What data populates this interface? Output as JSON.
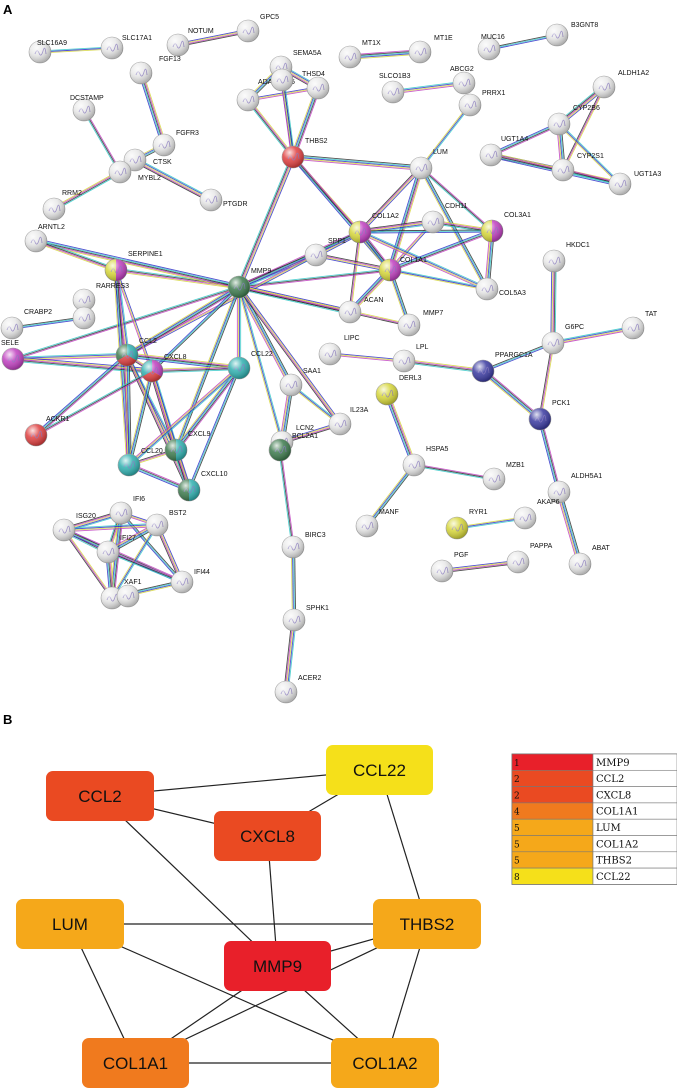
{
  "panel_a": {
    "letter": "A",
    "nodes": [
      {
        "id": "SLC16A9",
        "label": "SLC16A9",
        "c": [
          "#e8e8e8"
        ]
      },
      {
        "id": "SLC17A1",
        "label": "SLC17A1",
        "c": [
          "#e8e8e8"
        ]
      },
      {
        "id": "NOTUM",
        "label": "NOTUM",
        "c": [
          "#e8e8e8"
        ]
      },
      {
        "id": "GPC5",
        "label": "GPC5",
        "c": [
          "#e8e8e8"
        ]
      },
      {
        "id": "FGF13",
        "label": "FGF13",
        "c": [
          "#e8e8e8"
        ]
      },
      {
        "id": "DCSTAMP",
        "label": "DCSTAMP",
        "c": [
          "#e8e8e8"
        ]
      },
      {
        "id": "FGFR3",
        "label": "FGFR3",
        "c": [
          "#e8e8e8"
        ]
      },
      {
        "id": "CTSK",
        "label": "CTSK",
        "c": [
          "#e8e8e8"
        ]
      },
      {
        "id": "MYBL2",
        "label": "MYBL2",
        "c": [
          "#e8e8e8"
        ]
      },
      {
        "id": "PTGDR",
        "label": "PTGDR",
        "c": [
          "#e8e8e8"
        ]
      },
      {
        "id": "RRM2",
        "label": "RRM2",
        "c": [
          "#e8e8e8"
        ]
      },
      {
        "id": "ARNTL2",
        "label": "ARNTL2",
        "c": [
          "#e8e8e8"
        ]
      },
      {
        "id": "SEMA5A",
        "label": "SEMA5A",
        "c": [
          "#e8e8e8"
        ]
      },
      {
        "id": "ADAMTS15",
        "label": "ADAMTS15",
        "c": [
          "#e8e8e8"
        ]
      },
      {
        "id": "THSD4",
        "label": "THSD4",
        "c": [
          "#e8e8e8"
        ]
      },
      {
        "id": "THSD4b",
        "label": "",
        "c": [
          "#e8e8e8"
        ]
      },
      {
        "id": "MT1X",
        "label": "MT1X",
        "c": [
          "#e8e8e8"
        ]
      },
      {
        "id": "MT1E",
        "label": "MT1E",
        "c": [
          "#e8e8e8"
        ]
      },
      {
        "id": "MUC16",
        "label": "MUC16",
        "c": [
          "#e8e8e8"
        ]
      },
      {
        "id": "B3GNT8",
        "label": "B3GNT8",
        "c": [
          "#e8e8e8"
        ]
      },
      {
        "id": "ABCG2",
        "label": "ABCG2",
        "c": [
          "#e8e8e8"
        ]
      },
      {
        "id": "SLCO1B3",
        "label": "SLCO1B3",
        "c": [
          "#e8e8e8"
        ]
      },
      {
        "id": "ALDH1A2",
        "label": "ALDH1A2",
        "c": [
          "#e8e8e8"
        ]
      },
      {
        "id": "PRRX1",
        "label": "PRRX1",
        "c": [
          "#e8e8e8"
        ]
      },
      {
        "id": "CYP2B6",
        "label": "CYP2B6",
        "c": [
          "#e8e8e8"
        ]
      },
      {
        "id": "UGT1A4",
        "label": "UGT1A4",
        "c": [
          "#e8e8e8"
        ]
      },
      {
        "id": "CYP2S1",
        "label": "CYP2S1",
        "c": [
          "#e8e8e8"
        ]
      },
      {
        "id": "UGT1A3",
        "label": "UGT1A3",
        "c": [
          "#e8e8e8"
        ]
      },
      {
        "id": "THBS2",
        "label": "THBS2",
        "c": [
          "#e04040"
        ]
      },
      {
        "id": "LUM",
        "label": "LUM",
        "c": [
          "#e8e8e8"
        ]
      },
      {
        "id": "CDH11",
        "label": "CDH11",
        "c": [
          "#e8e8e8"
        ]
      },
      {
        "id": "COL1A2",
        "label": "COL1A2",
        "c": [
          "#c040c0",
          "#d6d63a"
        ]
      },
      {
        "id": "COL3A1",
        "label": "COL3A1",
        "c": [
          "#c040c0",
          "#d6d63a"
        ]
      },
      {
        "id": "SPP1",
        "label": "SPP1",
        "c": [
          "#e8e8e8"
        ]
      },
      {
        "id": "COL1A1",
        "label": "COL1A1",
        "c": [
          "#c040c0",
          "#d6d63a"
        ]
      },
      {
        "id": "COL5A3",
        "label": "COL5A3",
        "c": [
          "#e8e8e8"
        ]
      },
      {
        "id": "HKDC1",
        "label": "HKDC1",
        "c": [
          "#e8e8e8"
        ]
      },
      {
        "id": "MMP9",
        "label": "MMP9",
        "c": [
          "#3d7a4d"
        ]
      },
      {
        "id": "SERPINE1",
        "label": "SERPINE1",
        "c": [
          "#c040c0",
          "#d6d63a"
        ]
      },
      {
        "id": "RARRES3",
        "label": "RARRES3",
        "c": [
          "#e8e8e8"
        ]
      },
      {
        "id": "CRABP2",
        "label": "CRABP2",
        "c": [
          "#e8e8e8"
        ]
      },
      {
        "id": "CRABP2b",
        "label": "",
        "c": [
          "#e8e8e8"
        ]
      },
      {
        "id": "ACAN",
        "label": "ACAN",
        "c": [
          "#e8e8e8"
        ]
      },
      {
        "id": "MMP7",
        "label": "MMP7",
        "c": [
          "#e8e8e8"
        ]
      },
      {
        "id": "TAT",
        "label": "TAT",
        "c": [
          "#e8e8e8"
        ]
      },
      {
        "id": "G6PC",
        "label": "G6PC",
        "c": [
          "#e8e8e8"
        ]
      },
      {
        "id": "SELE",
        "label": "SELE",
        "c": [
          "#c040c0"
        ]
      },
      {
        "id": "CCL2",
        "label": "CCL2",
        "c": [
          "#30b0b0",
          "#e04040",
          "#3d7a4d"
        ]
      },
      {
        "id": "CXCL8",
        "label": "CXCL8",
        "c": [
          "#c040c0",
          "#e04040",
          "#30b0b0"
        ]
      },
      {
        "id": "CCL22",
        "label": "CCL22",
        "c": [
          "#30b0b0"
        ]
      },
      {
        "id": "LIPC",
        "label": "LIPC",
        "c": [
          "#e8e8e8"
        ]
      },
      {
        "id": "LPL",
        "label": "LPL",
        "c": [
          "#e8e8e8"
        ]
      },
      {
        "id": "PPARGC1A",
        "label": "PPARGC1A",
        "c": [
          "#3a3aa0"
        ]
      },
      {
        "id": "SAA1",
        "label": "SAA1",
        "c": [
          "#e8e8e8"
        ]
      },
      {
        "id": "DERL3",
        "label": "DERL3",
        "c": [
          "#d6d63a"
        ]
      },
      {
        "id": "ACKR1",
        "label": "ACKR1",
        "c": [
          "#e04040"
        ]
      },
      {
        "id": "IL23A",
        "label": "IL23A",
        "c": [
          "#e8e8e8"
        ]
      },
      {
        "id": "PCK1",
        "label": "PCK1",
        "c": [
          "#3a3aa0"
        ]
      },
      {
        "id": "CXCL9",
        "label": "CXCL9",
        "c": [
          "#30b0b0",
          "#3d7a4d"
        ]
      },
      {
        "id": "LCN2",
        "label": "LCN2",
        "c": [
          "#e8e8e8"
        ]
      },
      {
        "id": "CCL20",
        "label": "CCL20",
        "c": [
          "#30b0b0"
        ]
      },
      {
        "id": "BCL2A1",
        "label": "BCL2A1",
        "c": [
          "#3d7a4d"
        ]
      },
      {
        "id": "HSPA5",
        "label": "HSPA5",
        "c": [
          "#e8e8e8"
        ]
      },
      {
        "id": "MZB1",
        "label": "MZB1",
        "c": [
          "#e8e8e8"
        ]
      },
      {
        "id": "CXCL10",
        "label": "CXCL10",
        "c": [
          "#30b0b0",
          "#3d7a4d"
        ]
      },
      {
        "id": "ALDH5A1",
        "label": "ALDH5A1",
        "c": [
          "#e8e8e8"
        ]
      },
      {
        "id": "IFI6",
        "label": "IFI6",
        "c": [
          "#e8e8e8"
        ]
      },
      {
        "id": "BST2",
        "label": "BST2",
        "c": [
          "#e8e8e8"
        ]
      },
      {
        "id": "ISG20",
        "label": "ISG20",
        "c": [
          "#e8e8e8"
        ]
      },
      {
        "id": "AKAP6",
        "label": "AKAP6",
        "c": [
          "#e8e8e8"
        ]
      },
      {
        "id": "RYR1",
        "label": "RYR1",
        "c": [
          "#d6d63a"
        ]
      },
      {
        "id": "MANF",
        "label": "MANF",
        "c": [
          "#e8e8e8"
        ]
      },
      {
        "id": "IFI27",
        "label": "IFI27",
        "c": [
          "#e8e8e8"
        ]
      },
      {
        "id": "PAPPA",
        "label": "PAPPA",
        "c": [
          "#e8e8e8"
        ]
      },
      {
        "id": "PGF",
        "label": "PGF",
        "c": [
          "#e8e8e8"
        ]
      },
      {
        "id": "BIRC3",
        "label": "BIRC3",
        "c": [
          "#e8e8e8"
        ]
      },
      {
        "id": "XAF1",
        "label": "XAF1",
        "c": [
          "#e8e8e8"
        ]
      },
      {
        "id": "IFI44",
        "label": "IFI44",
        "c": [
          "#e8e8e8"
        ]
      },
      {
        "id": "ABAT",
        "label": "ABAT",
        "c": [
          "#e8e8e8"
        ]
      },
      {
        "id": "IFI44b",
        "label": "",
        "c": [
          "#e8e8e8"
        ]
      },
      {
        "id": "SPHK1",
        "label": "SPHK1",
        "c": [
          "#e8e8e8"
        ]
      },
      {
        "id": "ACER2",
        "label": "ACER2",
        "c": [
          "#e8e8e8"
        ]
      }
    ],
    "edges": [
      [
        "SLC16A9",
        "SLC17A1"
      ],
      [
        "NOTUM",
        "GPC5"
      ],
      [
        "FGF13",
        "FGFR3"
      ],
      [
        "DCSTAMP",
        "MYBL2"
      ],
      [
        "FGFR3",
        "CTSK"
      ],
      [
        "CTSK",
        "PTGDR"
      ],
      [
        "CTSK",
        "MYBL2"
      ],
      [
        "RRM2",
        "MYBL2"
      ],
      [
        "MT1X",
        "MT1E"
      ],
      [
        "MUC16",
        "B3GNT8"
      ],
      [
        "SLCO1B3",
        "ABCG2"
      ],
      [
        "ALDH1A2",
        "CYP2B6"
      ],
      [
        "ALDH1A2",
        "CYP2S1"
      ],
      [
        "CYP2B6",
        "UGT1A4"
      ],
      [
        "CYP2B6",
        "CYP2S1"
      ],
      [
        "CYP2B6",
        "UGT1A3"
      ],
      [
        "UGT1A4",
        "CYP2S1"
      ],
      [
        "UGT1A4",
        "UGT1A3"
      ],
      [
        "CYP2S1",
        "UGT1A3"
      ],
      [
        "SEMA5A",
        "ADAMTS15"
      ],
      [
        "SEMA5A",
        "THSD4"
      ],
      [
        "ADAMTS15",
        "THSD4"
      ],
      [
        "ADAMTS15",
        "THBS2"
      ],
      [
        "THSD4",
        "THBS2"
      ],
      [
        "THSD4b",
        "THBS2"
      ],
      [
        "SEMA5A",
        "THBS2"
      ],
      [
        "THBS2",
        "MMP9"
      ],
      [
        "THBS2",
        "COL1A2"
      ],
      [
        "THBS2",
        "COL1A1"
      ],
      [
        "THBS2",
        "LUM"
      ],
      [
        "PRRX1",
        "LUM"
      ],
      [
        "LUM",
        "COL1A2"
      ],
      [
        "LUM",
        "COL1A1"
      ],
      [
        "LUM",
        "COL3A1"
      ],
      [
        "LUM",
        "COL5A3"
      ],
      [
        "CDH11",
        "COL1A2"
      ],
      [
        "CDH11",
        "COL1A1"
      ],
      [
        "CDH11",
        "COL3A1"
      ],
      [
        "COL1A2",
        "COL1A1"
      ],
      [
        "COL1A2",
        "COL3A1"
      ],
      [
        "COL1A2",
        "COL5A3"
      ],
      [
        "COL1A2",
        "SPP1"
      ],
      [
        "COL1A2",
        "ACAN"
      ],
      [
        "COL3A1",
        "COL1A1"
      ],
      [
        "COL3A1",
        "COL5A3"
      ],
      [
        "COL1A1",
        "COL5A3"
      ],
      [
        "COL1A1",
        "SPP1"
      ],
      [
        "COL1A1",
        "ACAN"
      ],
      [
        "COL1A1",
        "MMP9"
      ],
      [
        "COL1A1",
        "MMP7"
      ],
      [
        "SPP1",
        "MMP9"
      ],
      [
        "SPP1",
        "CCL2"
      ],
      [
        "MMP9",
        "SERPINE1"
      ],
      [
        "MMP9",
        "CCL2"
      ],
      [
        "MMP9",
        "CXCL8"
      ],
      [
        "MMP9",
        "CCL22"
      ],
      [
        "MMP9",
        "ACAN"
      ],
      [
        "MMP9",
        "MMP7"
      ],
      [
        "MMP9",
        "COL1A2"
      ],
      [
        "MMP9",
        "SAA1"
      ],
      [
        "MMP9",
        "LCN2"
      ],
      [
        "MMP9",
        "IL23A"
      ],
      [
        "MMP9",
        "ARNTL2"
      ],
      [
        "MMP9",
        "SELE"
      ],
      [
        "MMP9",
        "CXCL9"
      ],
      [
        "SERPINE1",
        "CCL2"
      ],
      [
        "SERPINE1",
        "CXCL8"
      ],
      [
        "SERPINE1",
        "ARNTL2"
      ],
      [
        "SERPINE1",
        "CCL20"
      ],
      [
        "CRABP2",
        "CRABP2b"
      ],
      [
        "SELE",
        "CCL2"
      ],
      [
        "SELE",
        "CXCL8"
      ],
      [
        "CCL2",
        "CXCL8"
      ],
      [
        "CCL2",
        "ACKR1"
      ],
      [
        "CCL2",
        "CCL20"
      ],
      [
        "CCL2",
        "CXCL9"
      ],
      [
        "CCL2",
        "CXCL10"
      ],
      [
        "CCL2",
        "CCL22"
      ],
      [
        "CXCL8",
        "ACKR1"
      ],
      [
        "CXCL8",
        "CCL20"
      ],
      [
        "CXCL8",
        "CXCL9"
      ],
      [
        "CXCL8",
        "CXCL10"
      ],
      [
        "CXCL8",
        "CCL22"
      ],
      [
        "CCL22",
        "CXCL9"
      ],
      [
        "CCL22",
        "CXCL10"
      ],
      [
        "CCL22",
        "CCL20"
      ],
      [
        "CXCL9",
        "CXCL10"
      ],
      [
        "CXCL9",
        "CCL20"
      ],
      [
        "CCL20",
        "CXCL10"
      ],
      [
        "SAA1",
        "LCN2"
      ],
      [
        "SAA1",
        "IL23A"
      ],
      [
        "LCN2",
        "IL23A"
      ],
      [
        "LCN2",
        "BCL2A1"
      ],
      [
        "BCL2A1",
        "BIRC3"
      ],
      [
        "BIRC3",
        "SPHK1"
      ],
      [
        "SPHK1",
        "ACER2"
      ],
      [
        "LIPC",
        "LPL"
      ],
      [
        "LPL",
        "PPARGC1A"
      ],
      [
        "PPARGC1A",
        "PCK1"
      ],
      [
        "PPARGC1A",
        "G6PC"
      ],
      [
        "G6PC",
        "TAT"
      ],
      [
        "G6PC",
        "HKDC1"
      ],
      [
        "G6PC",
        "PCK1"
      ],
      [
        "PCK1",
        "ALDH5A1"
      ],
      [
        "ALDH5A1",
        "ABAT"
      ],
      [
        "AKAP6",
        "RYR1"
      ],
      [
        "PGF",
        "PAPPA"
      ],
      [
        "DERL3",
        "HSPA5"
      ],
      [
        "HSPA5",
        "MZB1"
      ],
      [
        "HSPA5",
        "MANF"
      ],
      [
        "IFI6",
        "ISG20"
      ],
      [
        "IFI6",
        "BST2"
      ],
      [
        "IFI6",
        "IFI27"
      ],
      [
        "IFI6",
        "XAF1"
      ],
      [
        "IFI6",
        "IFI44"
      ],
      [
        "ISG20",
        "BST2"
      ],
      [
        "ISG20",
        "IFI27"
      ],
      [
        "ISG20",
        "XAF1"
      ],
      [
        "ISG20",
        "IFI44"
      ],
      [
        "BST2",
        "IFI27"
      ],
      [
        "BST2",
        "XAF1"
      ],
      [
        "BST2",
        "IFI44"
      ],
      [
        "IFI27",
        "XAF1"
      ],
      [
        "IFI27",
        "IFI44"
      ],
      [
        "XAF1",
        "IFI44"
      ],
      [
        "XAF1",
        "IFI44b"
      ]
    ]
  },
  "panel_b": {
    "letter": "B",
    "nodes": [
      {
        "id": "CCL2",
        "label": "CCL2",
        "color": "#ea4a22"
      },
      {
        "id": "CCL22",
        "label": "CCL22",
        "color": "#f5e01a"
      },
      {
        "id": "CXCL8",
        "label": "CXCL8",
        "color": "#ea4a22"
      },
      {
        "id": "LUM",
        "label": "LUM",
        "color": "#f5a81a"
      },
      {
        "id": "THBS2",
        "label": "THBS2",
        "color": "#f5a81a"
      },
      {
        "id": "MMP9",
        "label": "MMP9",
        "color": "#e8202a"
      },
      {
        "id": "COL1A1",
        "label": "COL1A1",
        "color": "#f07a1e"
      },
      {
        "id": "COL1A2",
        "label": "COL1A2",
        "color": "#f5a81a"
      }
    ],
    "edges": [
      [
        "CCL2",
        "CCL22"
      ],
      [
        "CCL2",
        "CXCL8"
      ],
      [
        "CCL2",
        "MMP9"
      ],
      [
        "CCL22",
        "CXCL8"
      ],
      [
        "CCL22",
        "THBS2"
      ],
      [
        "CXCL8",
        "MMP9"
      ],
      [
        "LUM",
        "THBS2"
      ],
      [
        "LUM",
        "COL1A1"
      ],
      [
        "LUM",
        "COL1A2"
      ],
      [
        "THBS2",
        "MMP9"
      ],
      [
        "THBS2",
        "COL1A1"
      ],
      [
        "THBS2",
        "COL1A2"
      ],
      [
        "MMP9",
        "COL1A1"
      ],
      [
        "MMP9",
        "COL1A2"
      ],
      [
        "COL1A1",
        "COL1A2"
      ]
    ],
    "ranking": [
      {
        "rank": "1",
        "gene": "MMP9",
        "color": "#e8202a"
      },
      {
        "rank": "2",
        "gene": "CCL2",
        "color": "#ea4a22"
      },
      {
        "rank": "2",
        "gene": "CXCL8",
        "color": "#ea4a22"
      },
      {
        "rank": "4",
        "gene": "COL1A1",
        "color": "#f07a1e"
      },
      {
        "rank": "5",
        "gene": "LUM",
        "color": "#f5a81a"
      },
      {
        "rank": "5",
        "gene": "COL1A2",
        "color": "#f5a81a"
      },
      {
        "rank": "5",
        "gene": "THBS2",
        "color": "#f5a81a"
      },
      {
        "rank": "8",
        "gene": "CCL22",
        "color": "#f5e01a"
      }
    ]
  }
}
